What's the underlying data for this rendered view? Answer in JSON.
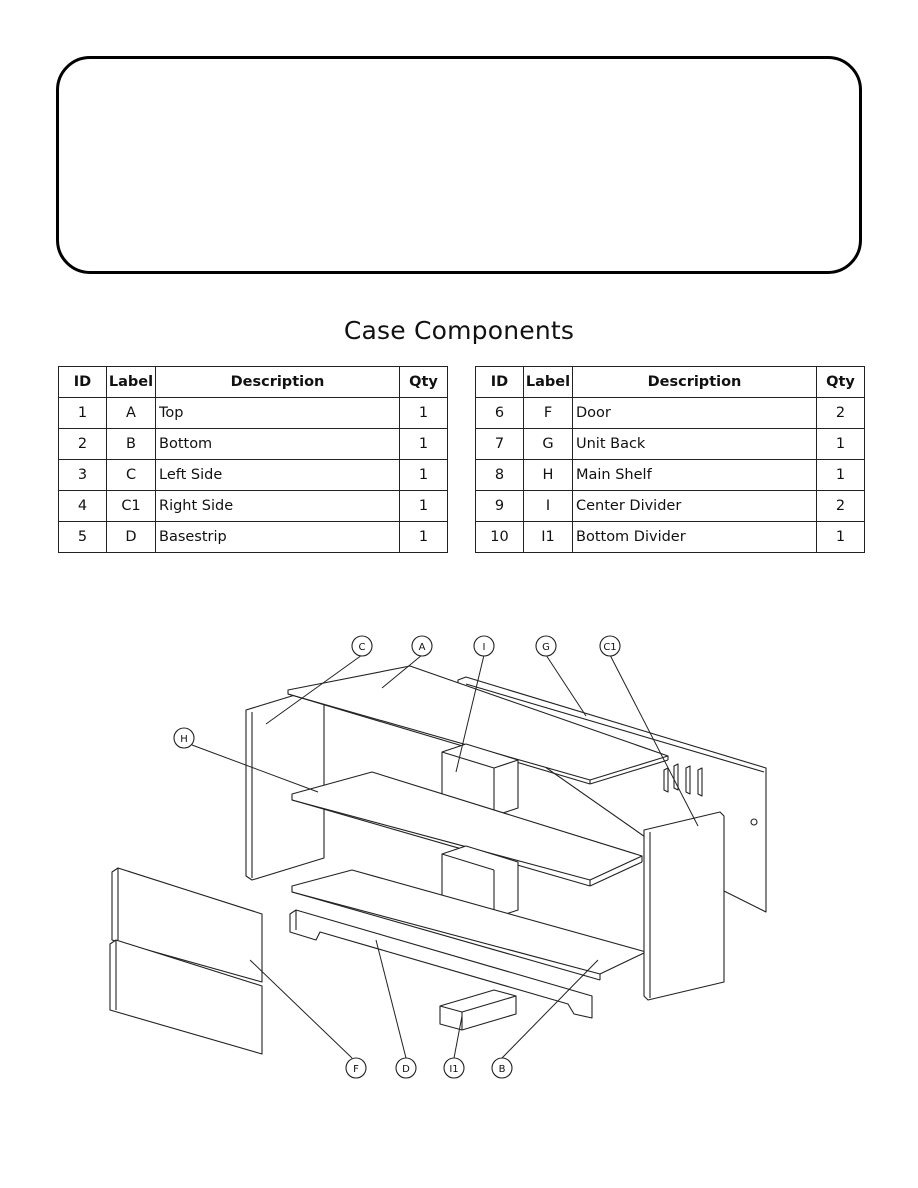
{
  "title": "Case Components",
  "table_headers": {
    "id": "ID",
    "label": "Label",
    "description": "Description",
    "qty": "Qty"
  },
  "components_left": [
    {
      "id": "1",
      "label": "A",
      "description": "Top",
      "qty": "1"
    },
    {
      "id": "2",
      "label": "B",
      "description": "Bottom",
      "qty": "1"
    },
    {
      "id": "3",
      "label": "C",
      "description": "Left Side",
      "qty": "1"
    },
    {
      "id": "4",
      "label": "C1",
      "description": "Right Side",
      "qty": "1"
    },
    {
      "id": "5",
      "label": "D",
      "description": "Basestrip",
      "qty": "1"
    }
  ],
  "components_right": [
    {
      "id": "6",
      "label": "F",
      "description": "Door",
      "qty": "2"
    },
    {
      "id": "7",
      "label": "G",
      "description": "Unit Back",
      "qty": "1"
    },
    {
      "id": "8",
      "label": "H",
      "description": "Main Shelf",
      "qty": "1"
    },
    {
      "id": "9",
      "label": "I",
      "description": "Center Divider",
      "qty": "2"
    },
    {
      "id": "10",
      "label": "I1",
      "description": "Bottom Divider",
      "qty": "1"
    }
  ],
  "callouts": [
    "C",
    "A",
    "I",
    "G",
    "C1",
    "H",
    "F",
    "D",
    "I1",
    "B"
  ]
}
